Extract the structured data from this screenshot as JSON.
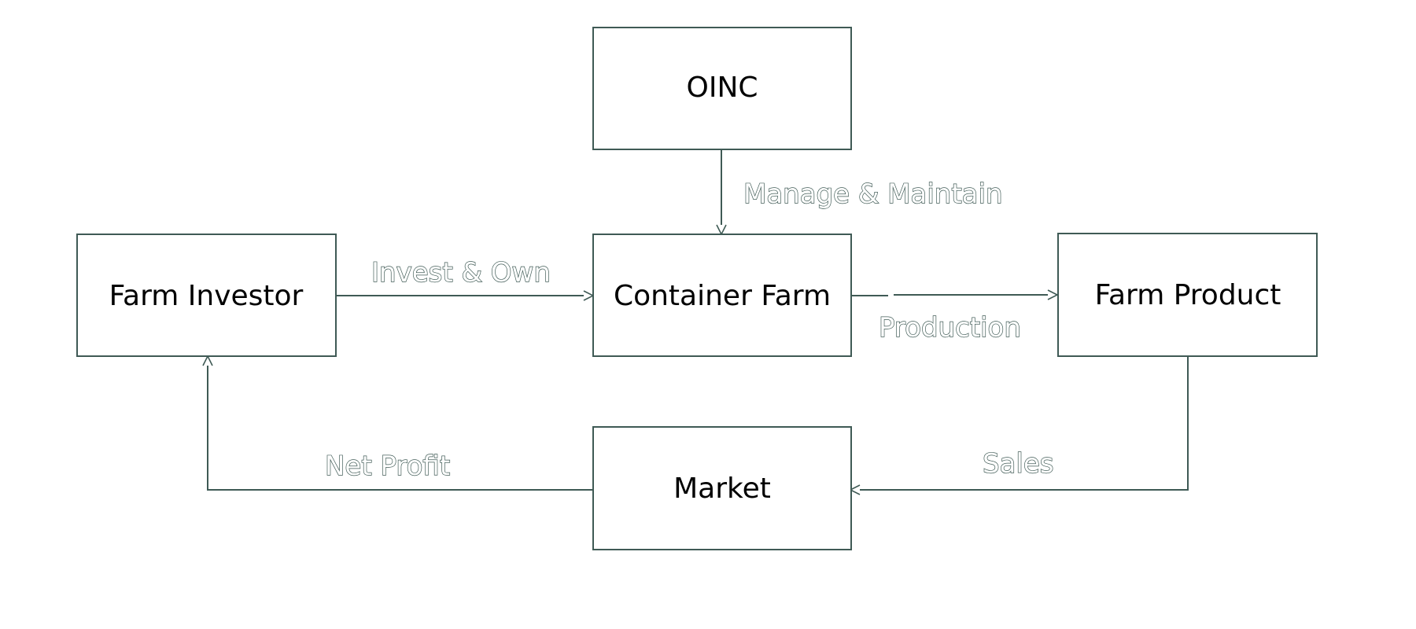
{
  "nodes": {
    "oinc": {
      "label": "OINC"
    },
    "container_farm": {
      "label": "Container Farm"
    },
    "farm_investor": {
      "label": "Farm Investor"
    },
    "farm_product": {
      "label": "Farm Product"
    },
    "market": {
      "label": "Market"
    }
  },
  "edges": {
    "manage_maintain": {
      "label": "Manage & Maintain"
    },
    "invest_own": {
      "label": "Invest & Own"
    },
    "production": {
      "label": "Production"
    },
    "sales": {
      "label": "Sales"
    },
    "net_profit": {
      "label": "Net Profit"
    }
  },
  "colors": {
    "stroke": "#3f5a55",
    "text": "#000000",
    "background": "#ffffff"
  }
}
